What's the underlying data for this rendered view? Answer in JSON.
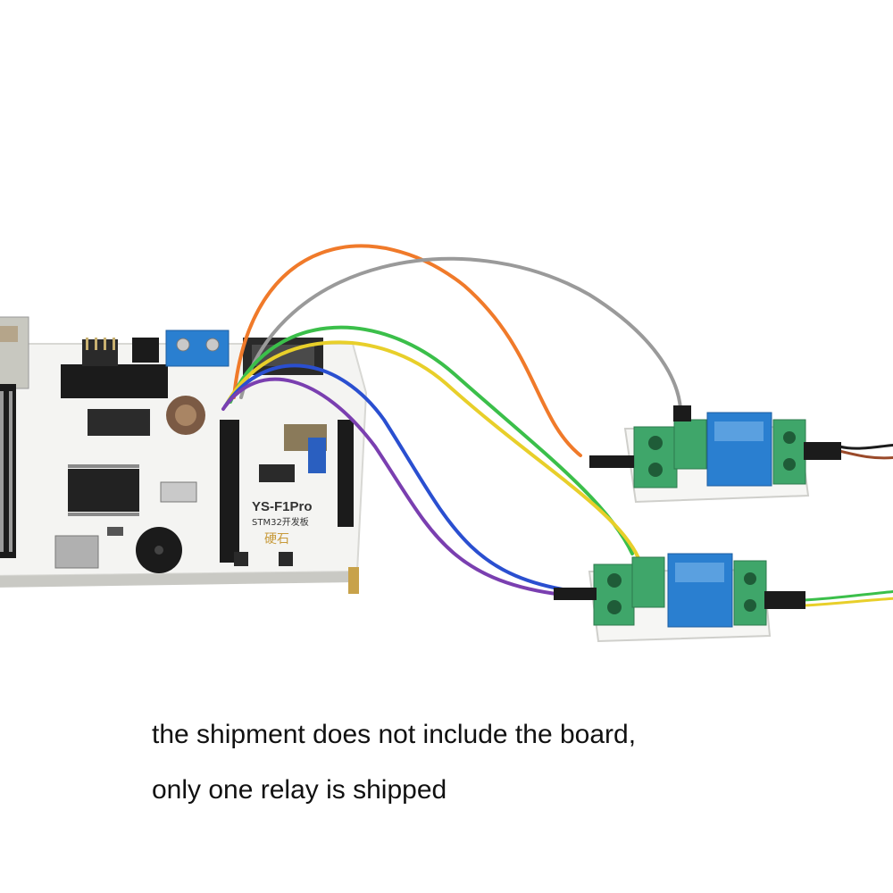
{
  "board": {
    "model_label": "YS-F1Pro",
    "sub_label": "STM32开发板",
    "logo_label": "硬石"
  },
  "caption": {
    "line1": "the shipment does not include the board,",
    "line2": "only one relay is shipped"
  },
  "colors": {
    "background": "#ffffff",
    "board_white": "#f4f4f2",
    "relay_body_blue": "#2a7fd0",
    "terminal_green": "#3fa66a",
    "header_black": "#1b1b1b",
    "wire_orange": "#f07a2a",
    "wire_gray": "#9a9a9a",
    "wire_green": "#3bbf4a",
    "wire_yellow": "#e8cf2a",
    "wire_blue": "#2a4fd0",
    "wire_purple": "#7a3fb0"
  }
}
